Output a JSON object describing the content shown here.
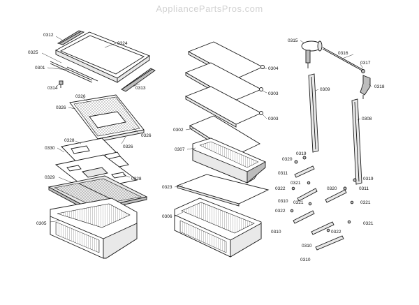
{
  "watermark": "AppliancePartsPros.com",
  "callouts": [
    {
      "id": "c0312a",
      "text": "0312"
    },
    {
      "id": "c0324",
      "text": "0324"
    },
    {
      "id": "c0325",
      "text": "0325"
    },
    {
      "id": "c0301",
      "text": "0301"
    },
    {
      "id": "c0314",
      "text": "0314"
    },
    {
      "id": "c0313",
      "text": "0313"
    },
    {
      "id": "c0326a",
      "text": "0326"
    },
    {
      "id": "c0326b",
      "text": "0326"
    },
    {
      "id": "c0326c",
      "text": "0326"
    },
    {
      "id": "c0326d",
      "text": "0326"
    },
    {
      "id": "c0328a",
      "text": "0328"
    },
    {
      "id": "c0330",
      "text": "0330"
    },
    {
      "id": "c0329",
      "text": "0329"
    },
    {
      "id": "c0328b",
      "text": "0328"
    },
    {
      "id": "c0305",
      "text": "0305"
    },
    {
      "id": "c0304",
      "text": "0304"
    },
    {
      "id": "c0303a",
      "text": "0303"
    },
    {
      "id": "c0303b",
      "text": "0303"
    },
    {
      "id": "c0302",
      "text": "0302"
    },
    {
      "id": "c0307",
      "text": "0307"
    },
    {
      "id": "c0323",
      "text": "0323"
    },
    {
      "id": "c0306",
      "text": "0306"
    },
    {
      "id": "c0315",
      "text": "0315"
    },
    {
      "id": "c0316",
      "text": "0316"
    },
    {
      "id": "c0317",
      "text": "0317"
    },
    {
      "id": "c0318",
      "text": "0318"
    },
    {
      "id": "c0309",
      "text": "0309"
    },
    {
      "id": "c0308",
      "text": "0308"
    },
    {
      "id": "c0319a",
      "text": "0319"
    },
    {
      "id": "c0320a",
      "text": "0320"
    },
    {
      "id": "c0311a",
      "text": "0311"
    },
    {
      "id": "c0321a",
      "text": "0321"
    },
    {
      "id": "c0322a",
      "text": "0322"
    },
    {
      "id": "c0310a",
      "text": "0310"
    },
    {
      "id": "c0321b",
      "text": "0321"
    },
    {
      "id": "c0322b",
      "text": "0322"
    },
    {
      "id": "c0310b",
      "text": "0310"
    },
    {
      "id": "c0319b",
      "text": "0319"
    },
    {
      "id": "c0320b",
      "text": "0320"
    },
    {
      "id": "c0311b",
      "text": "0311"
    },
    {
      "id": "c0321c",
      "text": "0321"
    },
    {
      "id": "c0321d",
      "text": "0321"
    },
    {
      "id": "c0322c",
      "text": "0322"
    },
    {
      "id": "c0310c",
      "text": "0310"
    },
    {
      "id": "c0310d",
      "text": "0310"
    }
  ]
}
